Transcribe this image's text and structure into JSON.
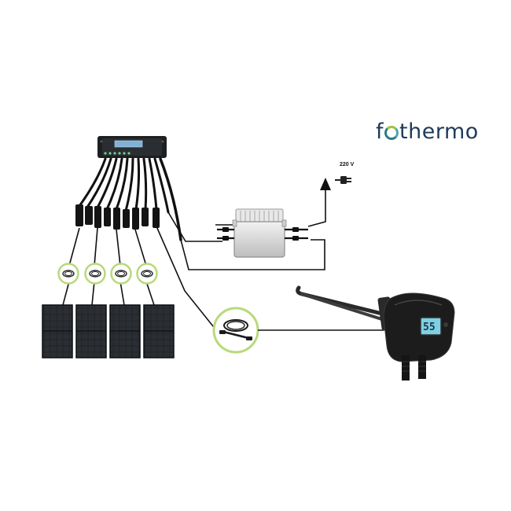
{
  "brand": {
    "part1": "f",
    "part2": "thermo"
  },
  "power_label": "220 V",
  "heater_display": "55",
  "colors": {
    "brand_navy": "#1f3a5a",
    "brand_teal": "#2a7a88",
    "brand_green": "#9ec43c",
    "cable": "#111111",
    "panel": "#1b1d20",
    "highlight_ring": "#b9d97a"
  },
  "components": {
    "controller": "controller-box-icon",
    "panels": [
      "solar-panel-icon",
      "solar-panel-icon",
      "solar-panel-icon",
      "solar-panel-icon"
    ],
    "panel_cables": [
      "cable-coil-icon",
      "cable-coil-icon",
      "cable-coil-icon",
      "cable-coil-icon"
    ],
    "extension": "extension-cable-icon",
    "inverter": "microinverter-icon",
    "heater": "immersion-heater-icon",
    "plug": "power-plug-icon"
  }
}
